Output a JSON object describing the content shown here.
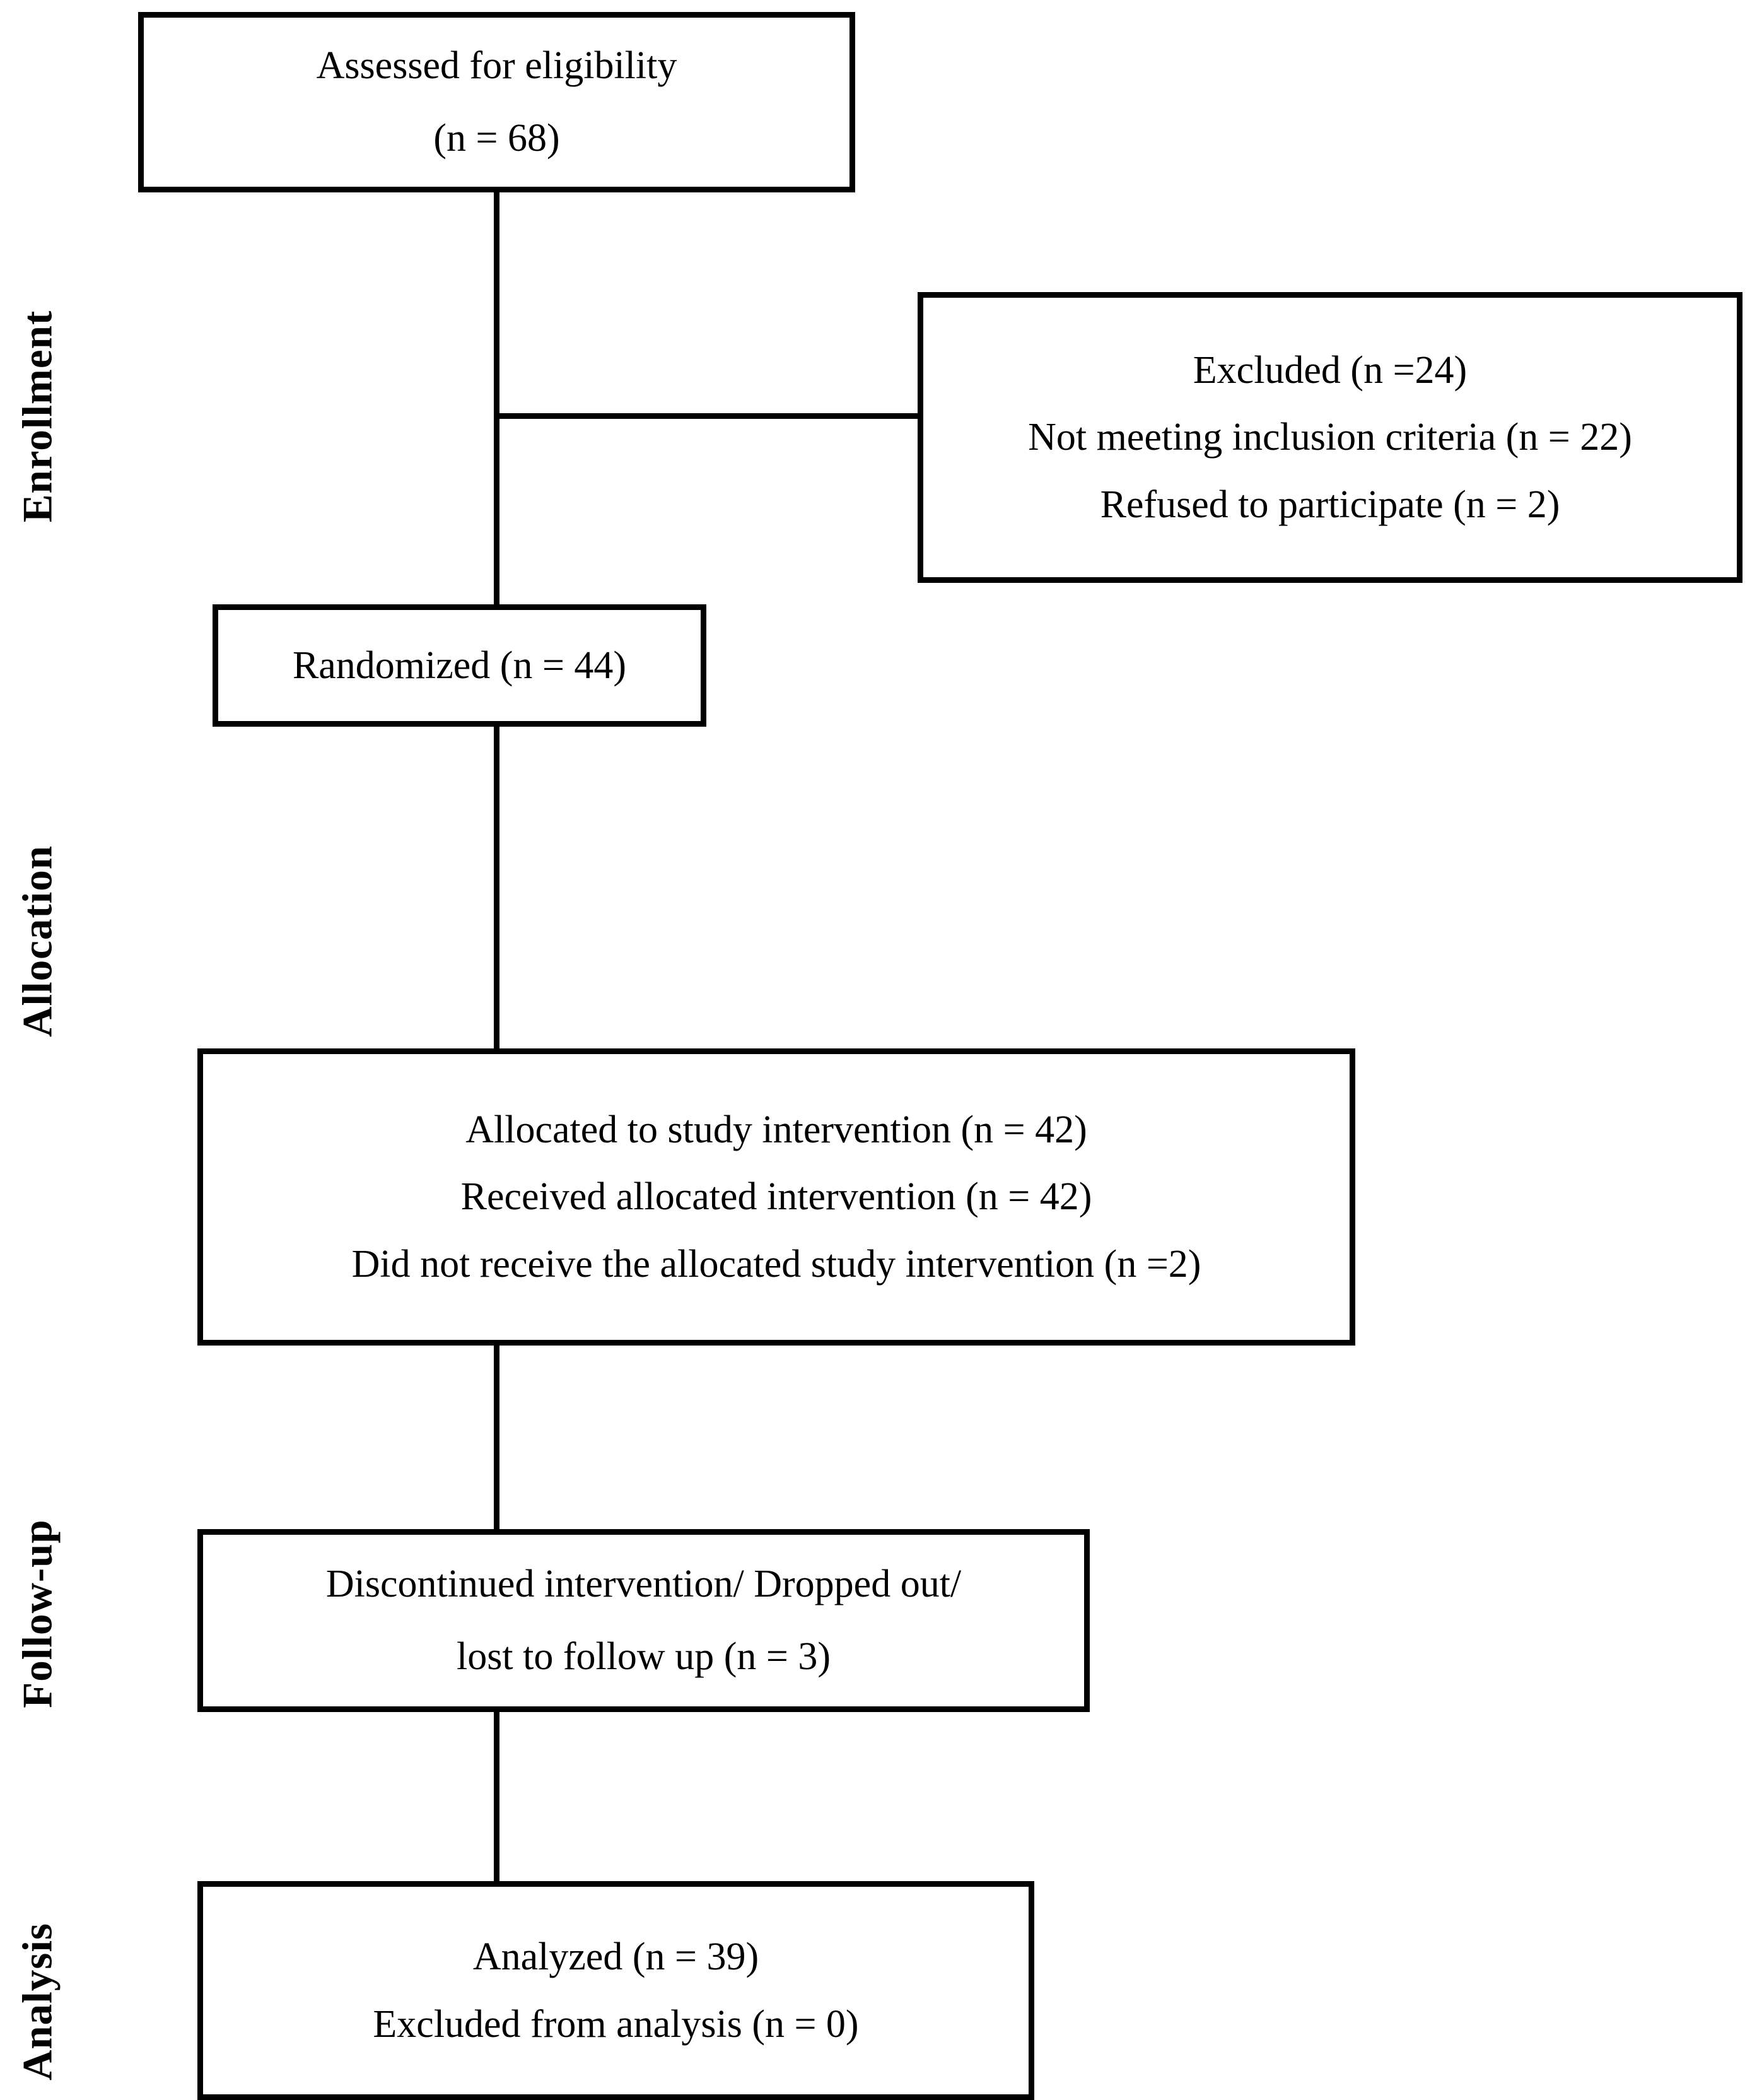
{
  "figure": {
    "type": "consort-flow-diagram",
    "background_color": "#ffffff",
    "line_color": "#000000",
    "text_color": "#000000"
  },
  "stages": {
    "enrollment": {
      "label": "Enrollment"
    },
    "allocation": {
      "label": "Allocation"
    },
    "follow_up": {
      "label": "Follow-up"
    },
    "analysis": {
      "label": "Analysis"
    }
  },
  "boxes": {
    "assessed": {
      "lines": [
        "Assessed for eligibility",
        "(n = 68)"
      ]
    },
    "excluded": {
      "lines": [
        "Excluded (n =24)",
        "Not meeting inclusion criteria (n = 22)",
        "Refused to participate (n = 2)"
      ]
    },
    "randomized": {
      "lines": [
        "Randomized (n = 44)"
      ]
    },
    "allocated": {
      "lines": [
        "Allocated to study intervention (n = 42)",
        "Received allocated intervention (n = 42)",
        "Did not receive the allocated study intervention (n =2)"
      ]
    },
    "followup": {
      "lines": [
        "Discontinued intervention/ Dropped out/",
        "lost to follow up (n = 3)"
      ]
    },
    "analyzed": {
      "lines": [
        "Analyzed (n = 39)",
        "Excluded from analysis (n = 0)"
      ]
    }
  }
}
